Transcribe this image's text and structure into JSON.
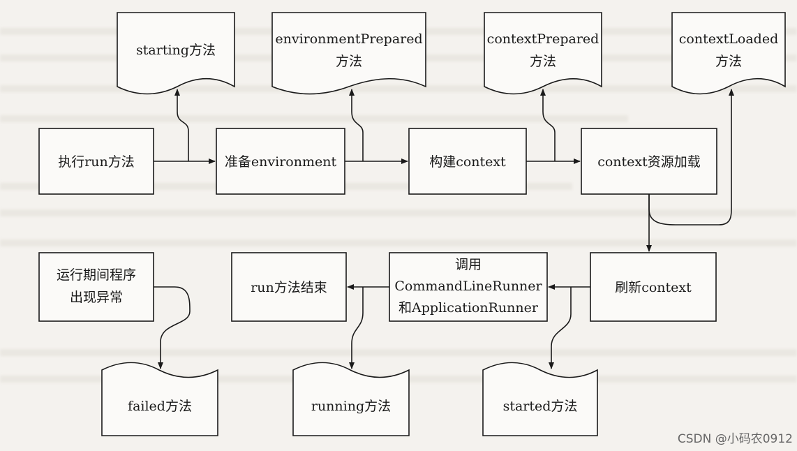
{
  "process_boxes": {
    "run": "执行run方法",
    "env": "准备environment",
    "build": "构建context",
    "load": "context资源加载",
    "refresh": "刷新context",
    "call_1": "调用",
    "call_2": "CommandLineRunner",
    "call_3": "和ApplicationRunner",
    "end": "run方法结束",
    "error_1": "运行期间程序",
    "error_2": "出现异常"
  },
  "document_boxes": {
    "starting": "starting方法",
    "envPrepared_1": "environmentPrepared",
    "envPrepared_2": "方法",
    "ctxPrepared_1": "contextPrepared",
    "ctxPrepared_2": "方法",
    "ctxLoaded_1": "contextLoaded",
    "ctxLoaded_2": "方法",
    "failed": "failed方法",
    "running": "running方法",
    "started": "started方法"
  },
  "watermark": "CSDN @小码农0912"
}
